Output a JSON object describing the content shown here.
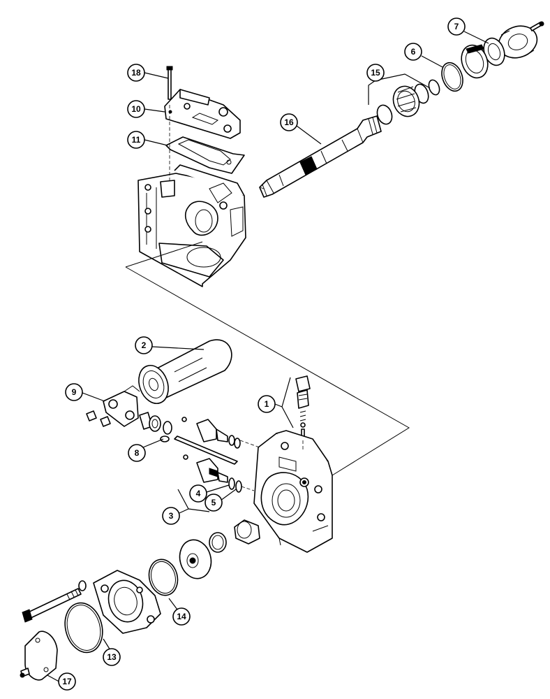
{
  "callouts": [
    "1",
    "2",
    "3",
    "4",
    "5",
    "6",
    "7",
    "8",
    "9",
    "10",
    "11",
    "13",
    "14",
    "15",
    "16",
    "17",
    "18"
  ]
}
